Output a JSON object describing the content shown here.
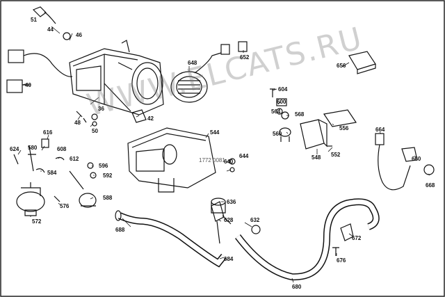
{
  "watermark": "WWW.ELCATS.RU",
  "drawing_code": "1772 0081",
  "labels": {
    "p51": "51",
    "p44": "44",
    "p46": "46",
    "p40": "40",
    "p36": "36",
    "p42": "42",
    "p48": "48",
    "p50": "50",
    "p648": "648",
    "p652": "652",
    "p656": "656",
    "p604": "604",
    "p600": "600",
    "p564": "564",
    "p568": "568",
    "p560": "560",
    "p556": "556",
    "p548": "548",
    "p552": "552",
    "p544": "544",
    "p616": "616",
    "p624": "624",
    "p580": "580",
    "p608": "608",
    "p612": "612",
    "p584": "584",
    "p596": "596",
    "p592": "592",
    "p572": "572",
    "p576": "576",
    "p588": "588",
    "p640": "640",
    "p644": "644",
    "p636": "636",
    "p628": "628",
    "p632": "632",
    "p688": "688",
    "p684": "684",
    "p680": "680",
    "p664": "664",
    "p660": "660",
    "p668": "668",
    "p672": "672",
    "p676": "676"
  }
}
